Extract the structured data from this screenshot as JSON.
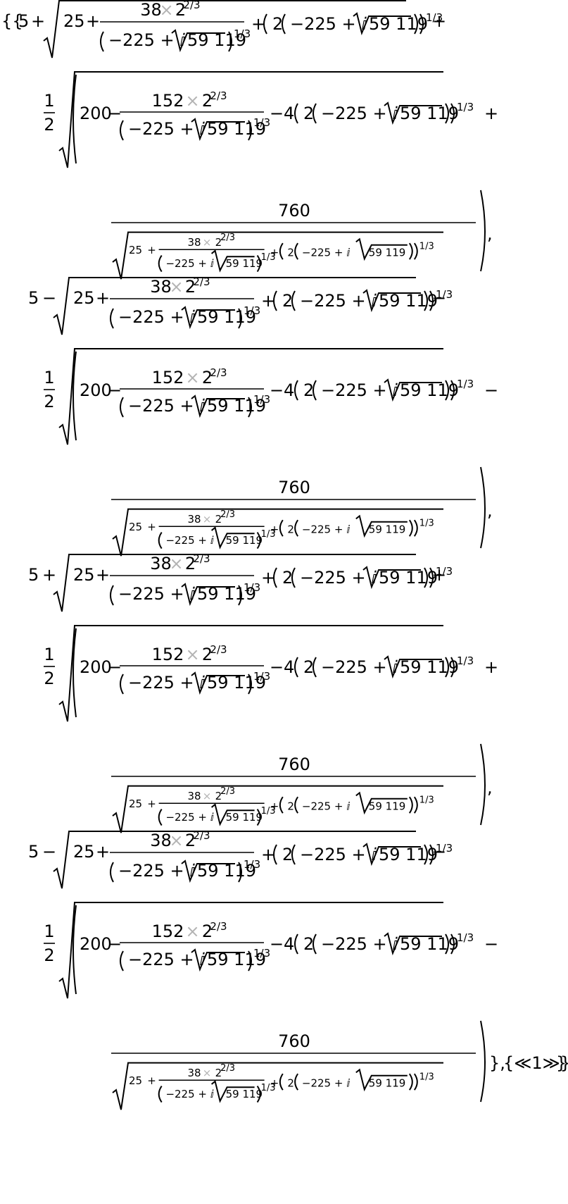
{
  "output_expression": {
    "outer_open": "{{",
    "outer_close": "}",
    "elided_tail": "{≪1≫}",
    "separator": ",",
    "coefficient_half": {
      "num": "1",
      "den": "2"
    },
    "roots": [
      {
        "lead": "5",
        "sign1": "+",
        "sign2": "+"
      },
      {
        "lead": "5",
        "sign1": "−",
        "sign2": "−"
      },
      {
        "lead": "5",
        "sign1": "+",
        "sign2": "+"
      },
      {
        "lead": "5",
        "sign1": "−",
        "sign2": "−"
      }
    ],
    "inner_radicand": {
      "c25": "25",
      "num38": "38",
      "times": "×",
      "base2": "2",
      "exp23": "2/3",
      "exp13": "1/3",
      "den_inner": "−225 + ⅈ",
      "sqrt_arg": "59 119",
      "two": "2"
    },
    "outer_radicand": {
      "c200": "200",
      "num152": "152",
      "coef4": "4",
      "num760": "760"
    }
  }
}
